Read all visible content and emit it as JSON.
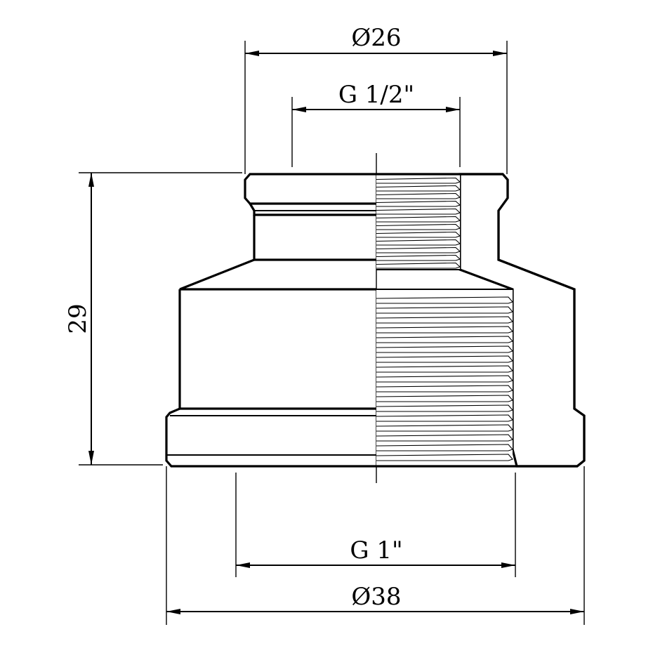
{
  "dimensions": {
    "top_outer_diameter": "Ø26",
    "top_thread": "G 1/2\"",
    "height": "29",
    "bottom_thread": "G 1\"",
    "bottom_outer_diameter": "Ø38"
  }
}
